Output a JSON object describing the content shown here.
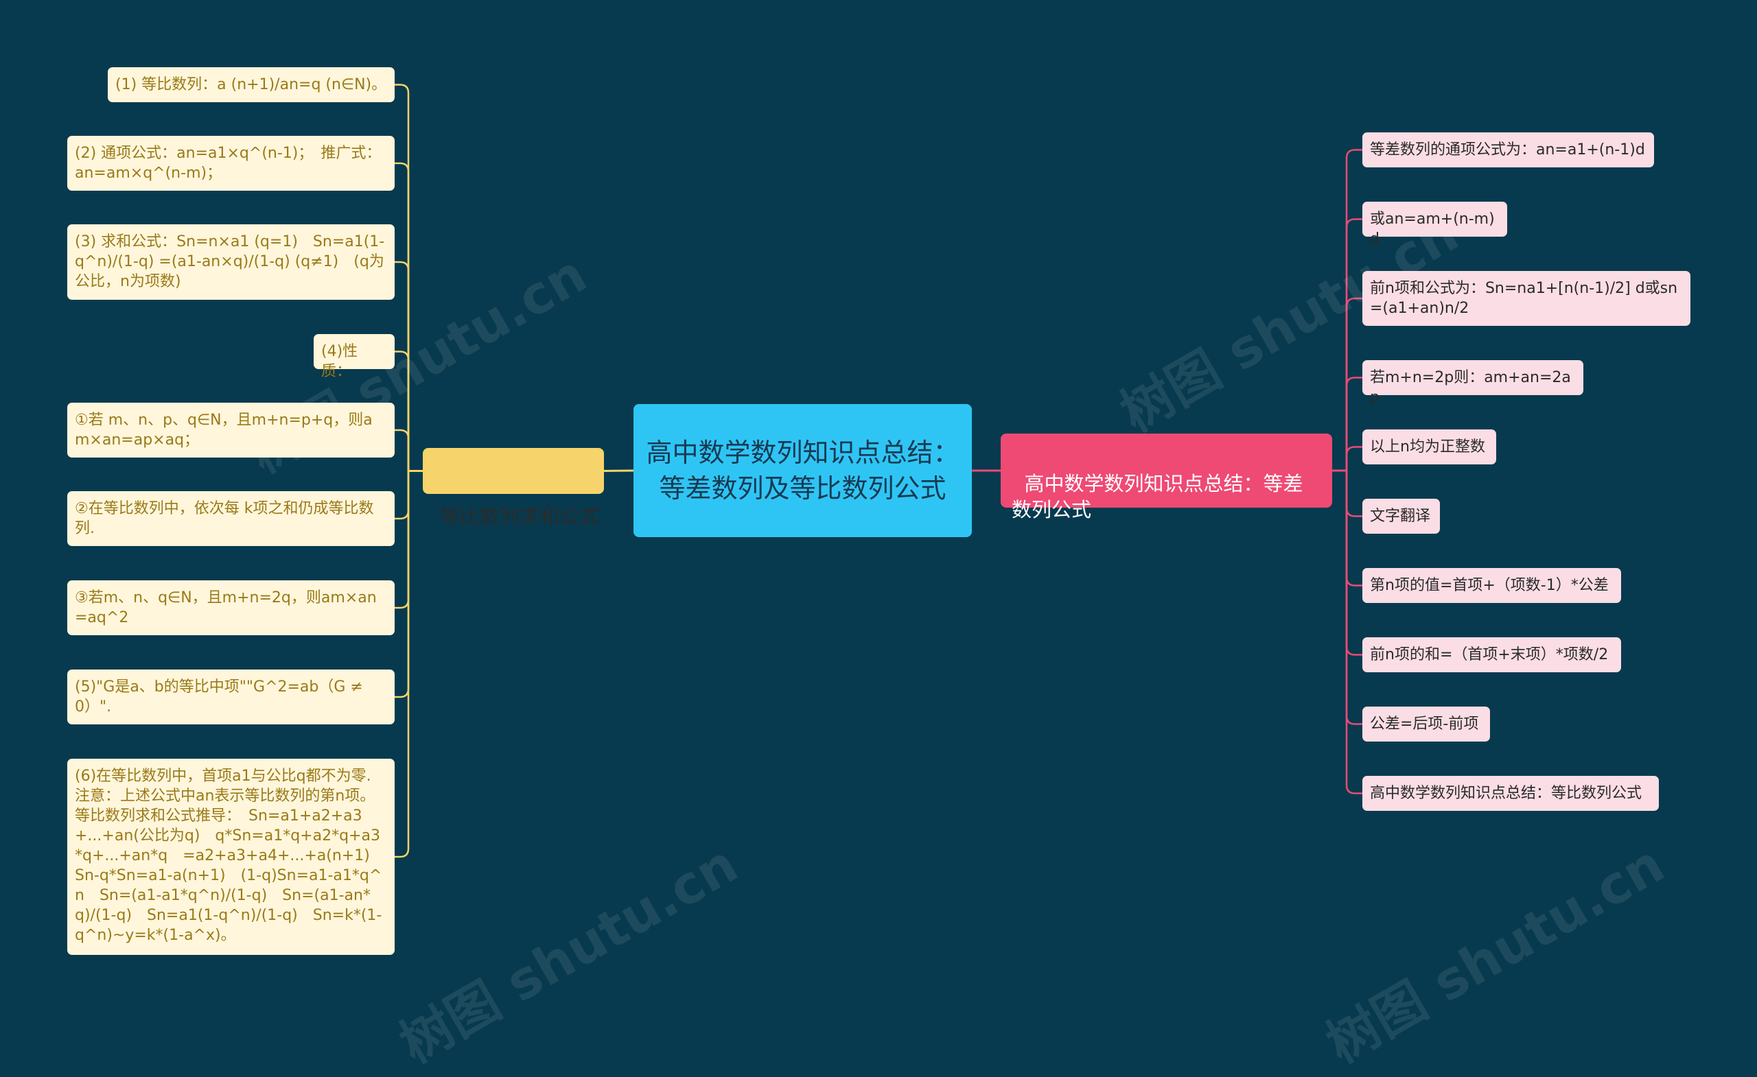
{
  "root": {
    "title": "高中数学数列知识点总结：等差数列及等比数列公式"
  },
  "left_branch": {
    "label": "等比数列求和公式",
    "color": "#f7d36b",
    "items": [
      "(1) 等比数列：a (n+1)/an=q (n∈N)。",
      "(2) 通项公式：an=a1×q^(n-1)；　推广式：an=am×q^(n-m)；",
      "(3) 求和公式：Sn=n×a1 (q=1)　Sn=a1(1-q^n)/(1-q) =(a1-an×q)/(1-q) (q≠1)　(q为公比，n为项数)",
      "(4)性质：",
      "①若 m、n、p、q∈N，且m+n=p+q，则am×an=ap×aq；",
      "②在等比数列中，依次每 k项之和仍成等比数列.",
      "③若m、n、q∈N，且m+n=2q，则am×an=aq^2",
      "(5)\"G是a、b的等比中项\"\"G^2=ab（G ≠ 0）\".",
      "(6)在等比数列中，首项a1与公比q都不为零.　注意：上述公式中an表示等比数列的第n项。　等比数列求和公式推导：　Sn=a1+a2+a3+...+an(公比为q)　q*Sn=a1*q+a2*q+a3*q+...+an*q　=a2+a3+a4+...+a(n+1)　Sn-q*Sn=a1-a(n+1)　(1-q)Sn=a1-a1*q^n　Sn=(a1-a1*q^n)/(1-q)　Sn=(a1-an*q)/(1-q)　Sn=a1(1-q^n)/(1-q)　Sn=k*(1-q^n)~y=k*(1-a^x)。"
    ]
  },
  "right_branch": {
    "label": "高中数学数列知识点总结：等差数列公式",
    "color": "#ee4a74",
    "items": [
      "等差数列的通项公式为：an=a1+(n-1)d",
      "或an=am+(n-m)d",
      "前n项和公式为：Sn=na1+[n(n-1)/2] d或sn=(a1+an)n/2",
      "若m+n=2p则：am+an=2ap",
      "以上n均为正整数",
      "文字翻译",
      "第n项的值=首项+（项数-1）*公差",
      "前n项的和=（首项+末项）*项数/2",
      "公差=后项-前项",
      "高中数学数列知识点总结：等比数列公式"
    ]
  },
  "watermark": "树图 shutu.cn",
  "colors": {
    "background": "#073a4e",
    "root": "#2ec5f5",
    "left_leaf": "#fff6dc",
    "right_leaf": "#fbdde5",
    "left_line": "#f7d36b",
    "right_line": "#ee4a74"
  }
}
